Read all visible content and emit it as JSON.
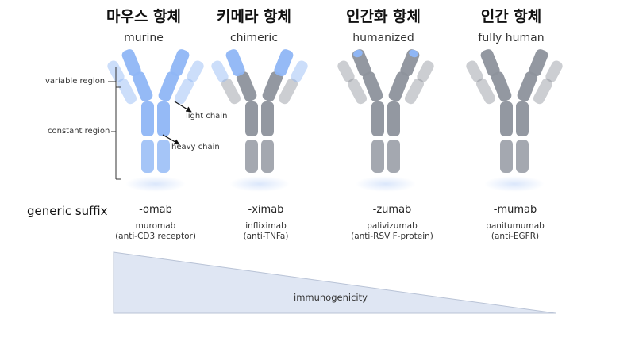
{
  "columns": [
    {
      "ko_title": "마우스 항체",
      "en_title": "murine",
      "suffix": "-omab",
      "example_name": "muromab",
      "example_target": "(anti-CD3 receptor)",
      "variable_color": "#8fb6f5",
      "constant_color": "#8fb6f5"
    },
    {
      "ko_title": "키메라 항체",
      "en_title": "chimeric",
      "suffix": "-ximab",
      "example_name": "infliximab",
      "example_target": "(anti-TNFa)",
      "variable_color": "#8fb6f5",
      "constant_color": "#8d929c"
    },
    {
      "ko_title": "인간화 항체",
      "en_title": "humanized",
      "suffix": "-zumab",
      "example_name": "palivizumab",
      "example_target": "(anti-RSV F-protein)",
      "variable_color": "#8d929c",
      "constant_color": "#8d929c"
    },
    {
      "ko_title": "인간 항체",
      "en_title": "fully human",
      "suffix": "-mumab",
      "example_name": "panitumumab",
      "example_target": "(anti-EGFR)",
      "variable_color": "#8d929c",
      "constant_color": "#8d929c"
    }
  ],
  "labels": {
    "variable_region": "variable region",
    "constant_region": "constant region",
    "light_chain": "light chain",
    "heavy_chain": "heavy chain",
    "generic_suffix": "generic suffix",
    "immunogenicity": "immunogenicity"
  },
  "colors": {
    "mouse_blue": "#8fb6f5",
    "human_gray": "#8d929c",
    "wedge_fill": "#dfe6f3",
    "base_glow": "#dbe7fb"
  }
}
